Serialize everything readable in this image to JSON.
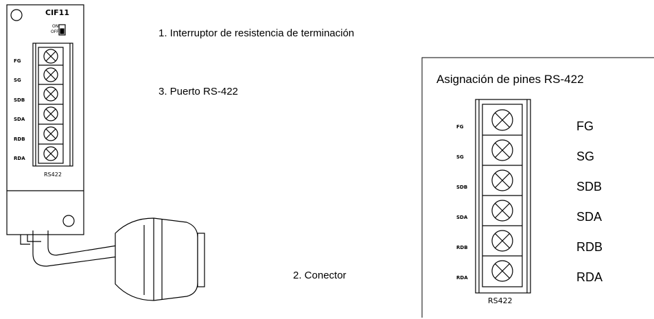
{
  "device": {
    "model": "CIF11",
    "switch_on": "ON",
    "switch_off": "OFF",
    "port_label": "RS422",
    "pins": [
      "FG",
      "SG",
      "SDB",
      "SDA",
      "RDB",
      "RDA"
    ]
  },
  "callouts": {
    "termination_switch": "1. Interruptor de resistencia de terminación",
    "connector": "2. Conector",
    "port": "3. Puerto RS-422"
  },
  "pin_panel": {
    "title": "Asignación de pines RS-422",
    "port_label": "RS422",
    "pins": [
      {
        "small": "FG",
        "name": "FG"
      },
      {
        "small": "SG",
        "name": "SG"
      },
      {
        "small": "SDB",
        "name": "SDB"
      },
      {
        "small": "SDA",
        "name": "SDA"
      },
      {
        "small": "RDB",
        "name": "RDB"
      },
      {
        "small": "RDA",
        "name": "RDA"
      }
    ]
  }
}
